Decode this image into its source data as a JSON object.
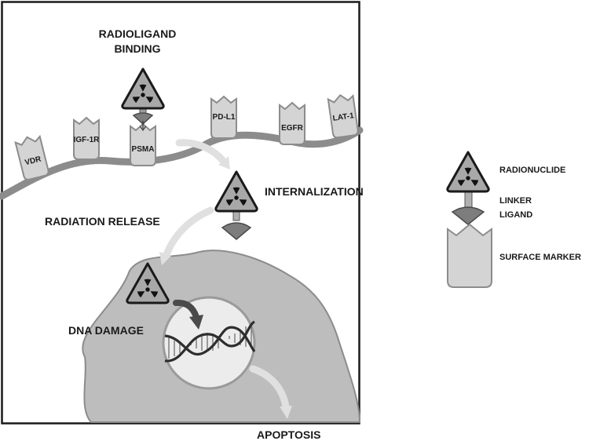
{
  "steps": {
    "binding": [
      "RADIOLIGAND",
      "BINDING"
    ],
    "internalization": "INTERNALIZATION",
    "release": "RADIATION RELEASE",
    "damage": "DNA DAMAGE",
    "apoptosis": "APOPTOSIS"
  },
  "receptors": [
    "VDR",
    "IGF-1R",
    "PSMA",
    "PD-L1",
    "EGFR",
    "LAT-1"
  ],
  "legend": {
    "radionuclide": "RADIONUCLIDE",
    "linker": "LINKER",
    "ligand": "LIGAND",
    "surface_marker": "SURFACE MARKER"
  },
  "colors": {
    "membrane": "#8c8c8c",
    "receptor": "#d4d4d4",
    "triangle": "#a8a8a8",
    "ligand": "#7d7d7d",
    "cell": "#bdbdbd",
    "nucleus": "#ececec",
    "arrow_light": "#e0e0e0",
    "arrow_dark": "#4a4a4a"
  }
}
